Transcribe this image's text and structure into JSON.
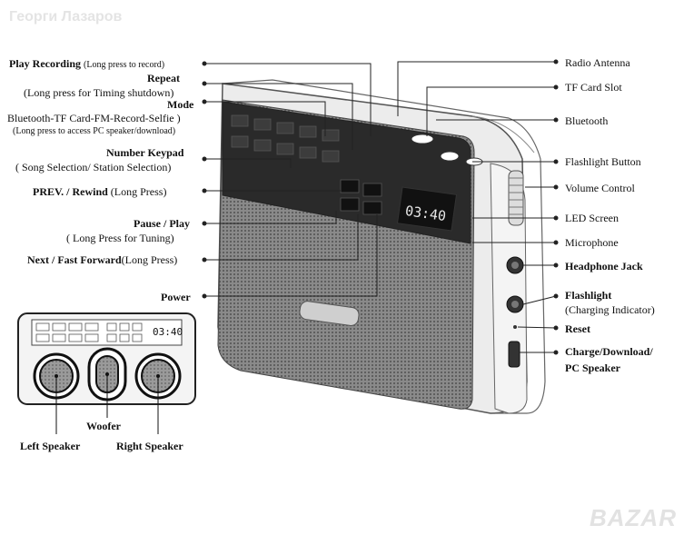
{
  "watermark": "Георги Лазаров",
  "brand_watermark": "BAZAR",
  "screen_time": "03:40",
  "inset_time": "03:40",
  "left_labels": {
    "play_recording": "Play Recording",
    "play_recording_note": "(Long press to record)",
    "repeat": "Repeat",
    "repeat_note": "(Long press for Timing shutdown)",
    "mode": "Mode",
    "mode_note": "Bluetooth-TF Card-FM-Record-Selfie )",
    "mode_note2": "(Long press to access PC speaker/download)",
    "number_keypad": "Number Keypad",
    "number_keypad_note": "( Song Selection/ Station Selection)",
    "prev": "PREV. / Rewind",
    "prev_note": "(Long Press)",
    "pause_play": "Pause / Play",
    "pause_play_note": "( Long Press for Tuning)",
    "next": "Next / Fast Forward",
    "next_note": "(Long Press)",
    "power": "Power"
  },
  "right_labels": {
    "radio_antenna": "Radio Antenna",
    "tf_card_slot": "TF Card Slot",
    "bluetooth": "Bluetooth",
    "flashlight_button": "Flashlight Button",
    "volume_control": "Volume Control",
    "led_screen": "LED Screen",
    "microphone": "Microphone",
    "headphone_jack": "Headphone Jack",
    "flashlight": "Flashlight",
    "flashlight_note": "(Charging Indicator)",
    "reset": "Reset",
    "charge": "Charge/Download/",
    "charge2": "PC Speaker"
  },
  "bottom_labels": {
    "woofer": "Woofer",
    "left_speaker": "Left Speaker",
    "right_speaker": "Right Speaker"
  }
}
